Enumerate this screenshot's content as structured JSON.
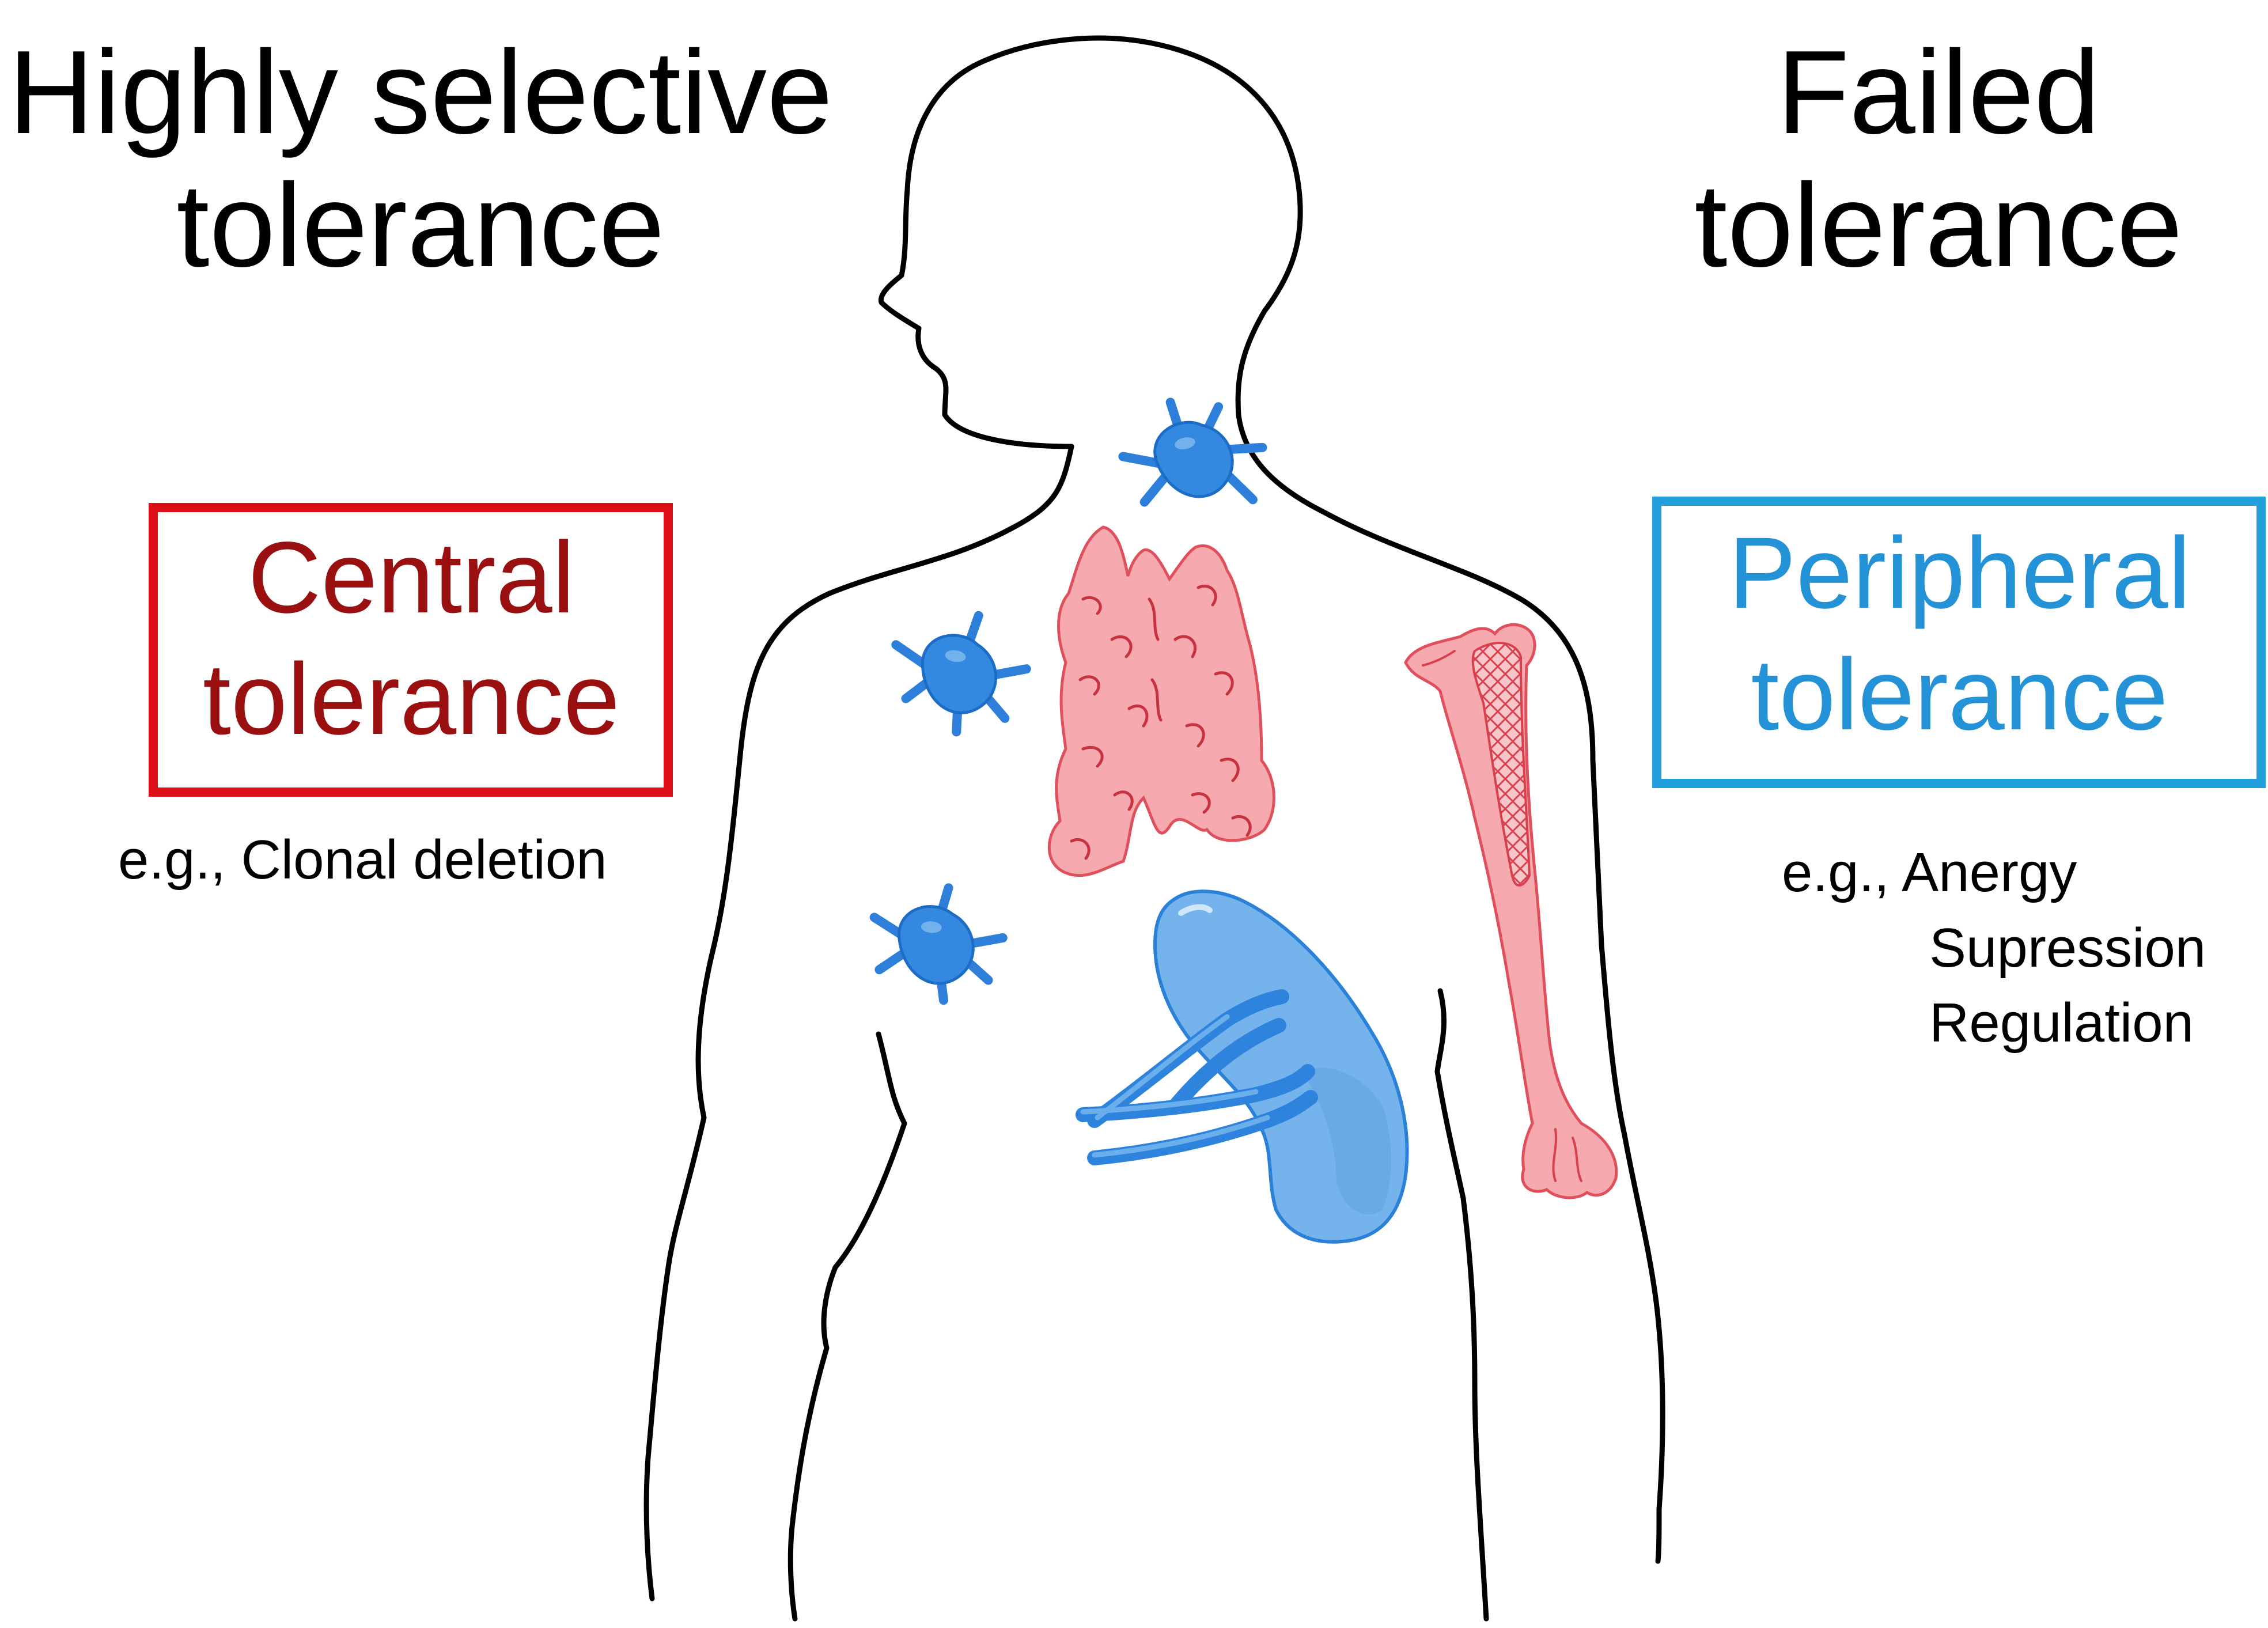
{
  "colors": {
    "outline": "#000000",
    "central": "#9a1010",
    "central_border": "#dd1018",
    "peripheral": "#2392d6",
    "peripheral_border": "#22a0dd",
    "lymph_node": "#3487e0",
    "thymus": "#f5a6ab",
    "bone": "#f5a6ab",
    "spleen": "#72b2ea"
  },
  "left": {
    "heading_line1": "Highly selective",
    "heading_line2": "tolerance",
    "box_line1": "Central",
    "box_line2": "tolerance",
    "example": "e.g., Clonal deletion"
  },
  "right": {
    "heading_line1": "Failed",
    "heading_line2": "tolerance",
    "box_line1": "Peripheral",
    "box_line2": "tolerance",
    "example_line1": "e.g., Anergy",
    "example_line2": "Supression",
    "example_line3": "Regulation"
  },
  "icons": {
    "body": "human-torso-outline",
    "lymph_node": "lymph-node-icon",
    "thymus": "thymus-icon",
    "bone": "bone-marrow-icon",
    "spleen": "spleen-icon"
  }
}
